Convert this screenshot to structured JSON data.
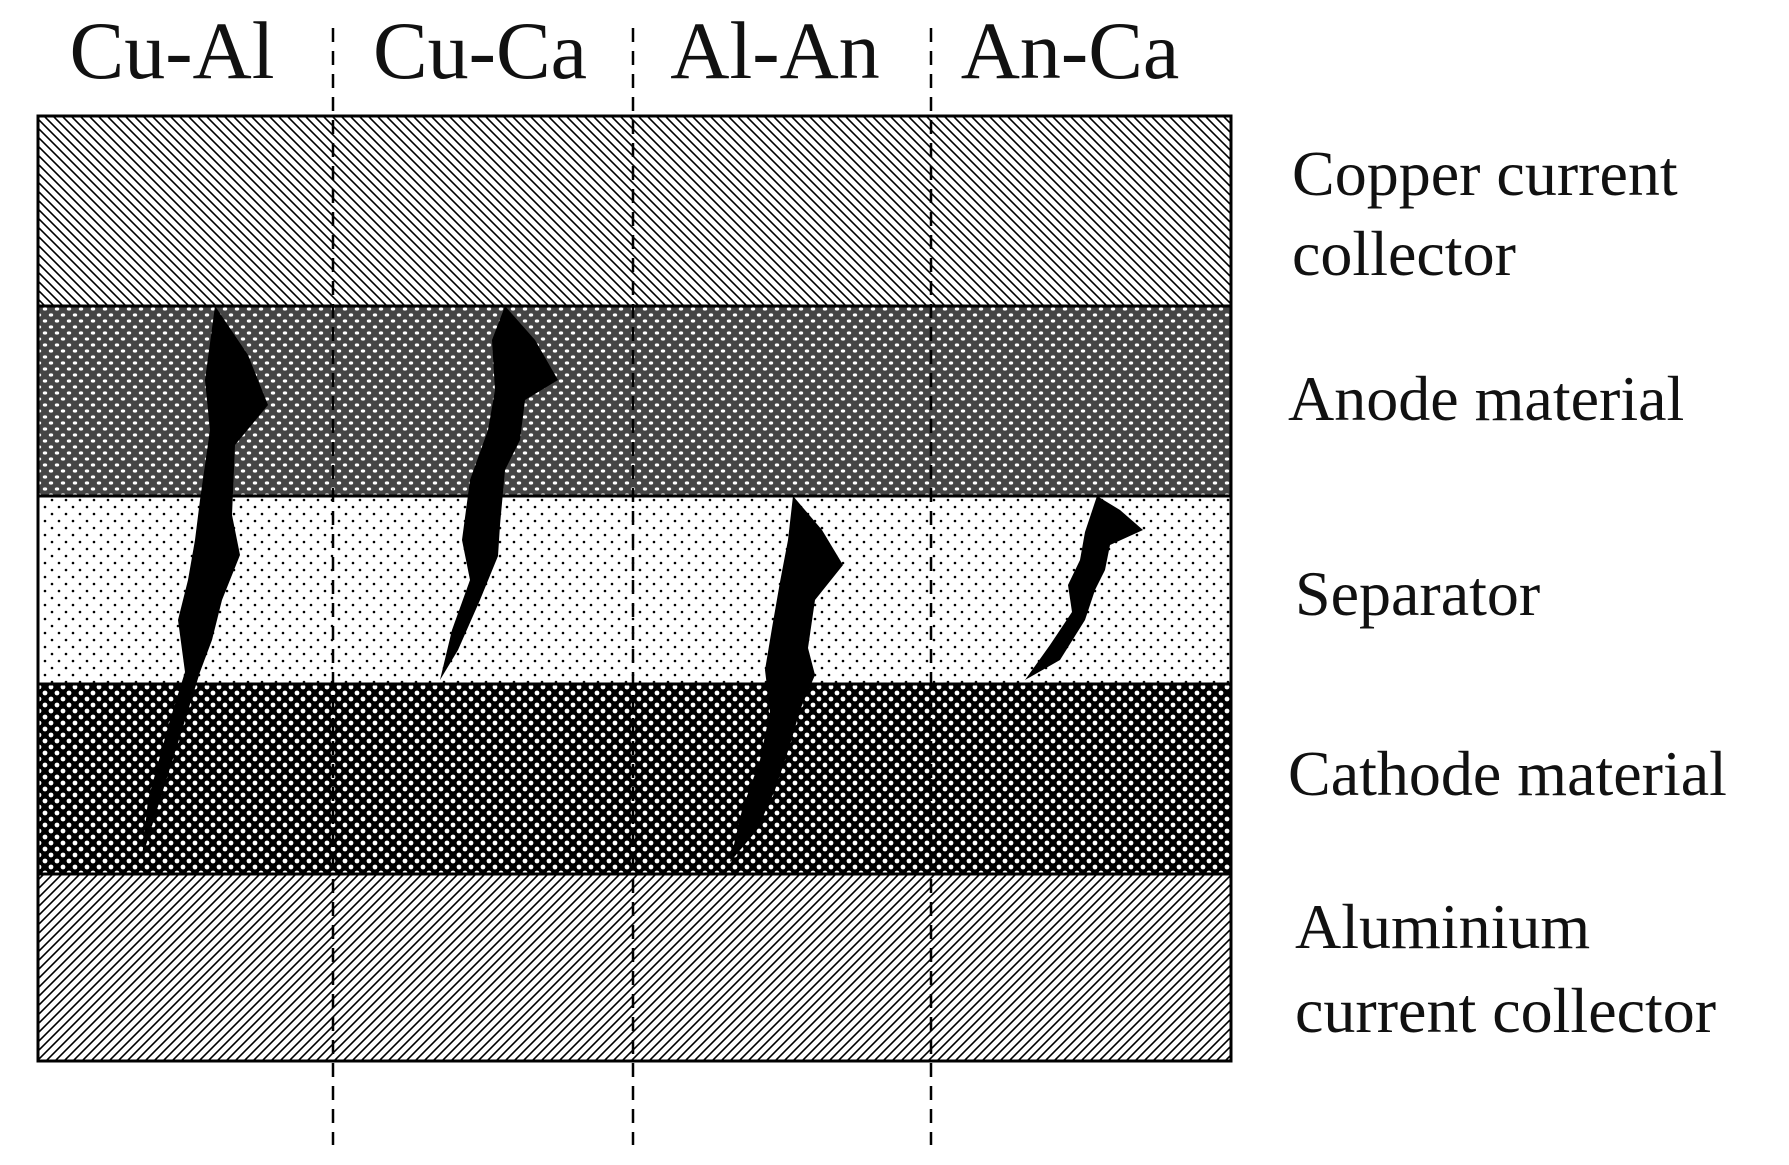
{
  "columns": [
    "Cu-Al",
    "Cu-Ca",
    "Al-An",
    "An-Ca"
  ],
  "layers": [
    {
      "id": "copper",
      "label_lines": [
        "Copper current",
        "collector"
      ]
    },
    {
      "id": "anode",
      "label_lines": [
        "Anode material"
      ]
    },
    {
      "id": "separator",
      "label_lines": [
        "Separator"
      ]
    },
    {
      "id": "cathode",
      "label_lines": [
        "Cathode material"
      ]
    },
    {
      "id": "aluminium",
      "label_lines": [
        "Aluminium",
        "current collector"
      ]
    }
  ]
}
